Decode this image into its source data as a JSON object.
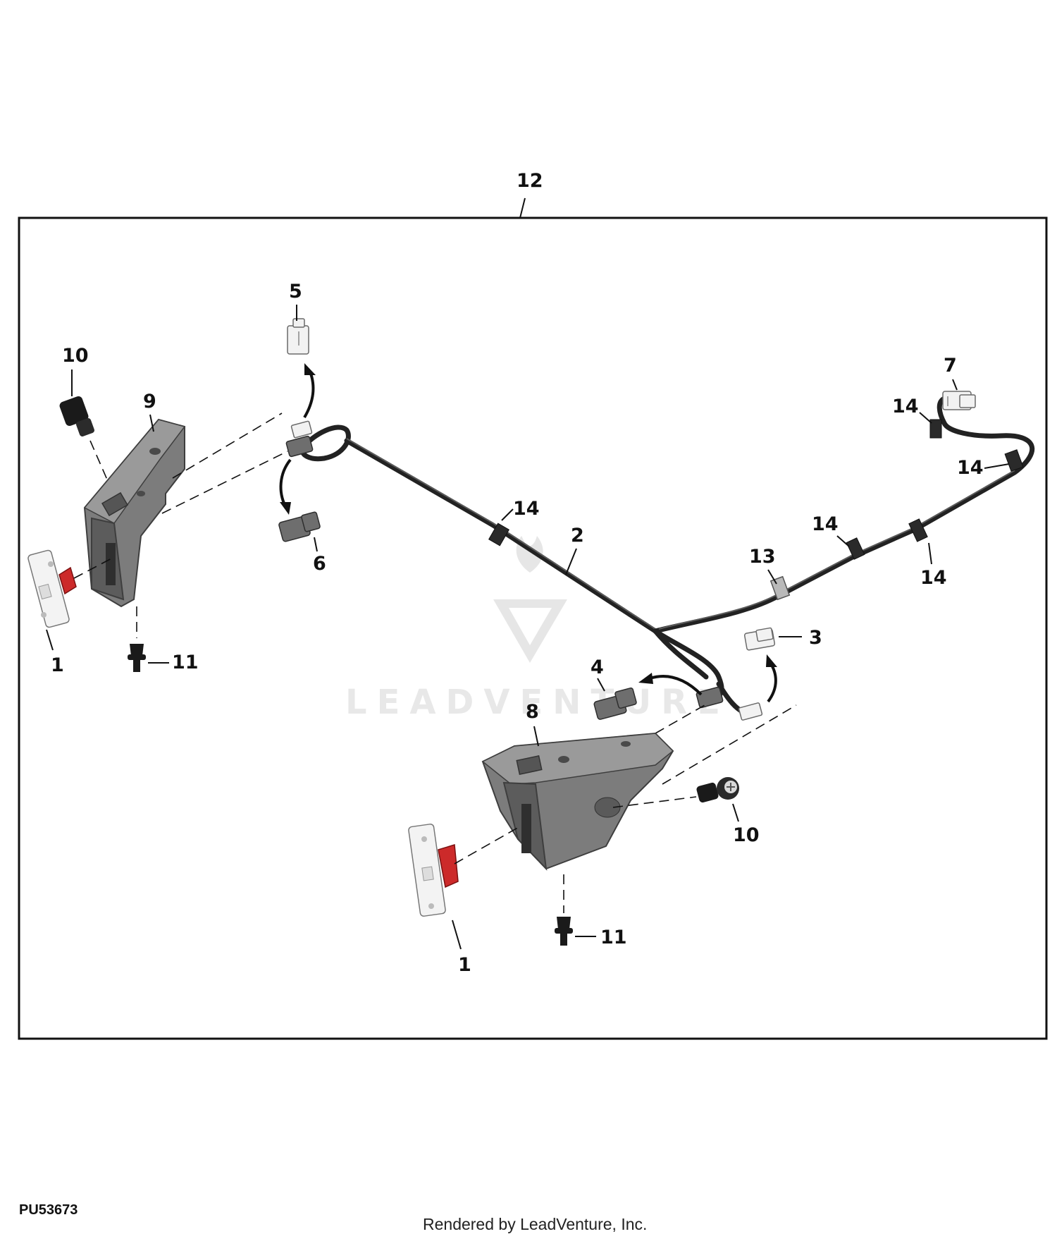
{
  "figure_id": "PU53673",
  "footer": "Rendered by LeadVenture, Inc.",
  "watermark": "LEADVENTURE",
  "callouts": {
    "c12": "12",
    "c5": "5",
    "c10a": "10",
    "c9": "9",
    "c6": "6",
    "c1a": "1",
    "c11a": "11",
    "c14a": "14",
    "c2": "2",
    "c7": "7",
    "c14b": "14",
    "c14c": "14",
    "c14d": "14",
    "c14e": "14",
    "c13": "13",
    "c3": "3",
    "c4": "4",
    "c8": "8",
    "c10b": "10",
    "c1b": "1",
    "c11b": "11"
  },
  "colors": {
    "bracket": "#7c7c7c",
    "wire": "#222222",
    "switch_accent": "#cc2a2a"
  }
}
